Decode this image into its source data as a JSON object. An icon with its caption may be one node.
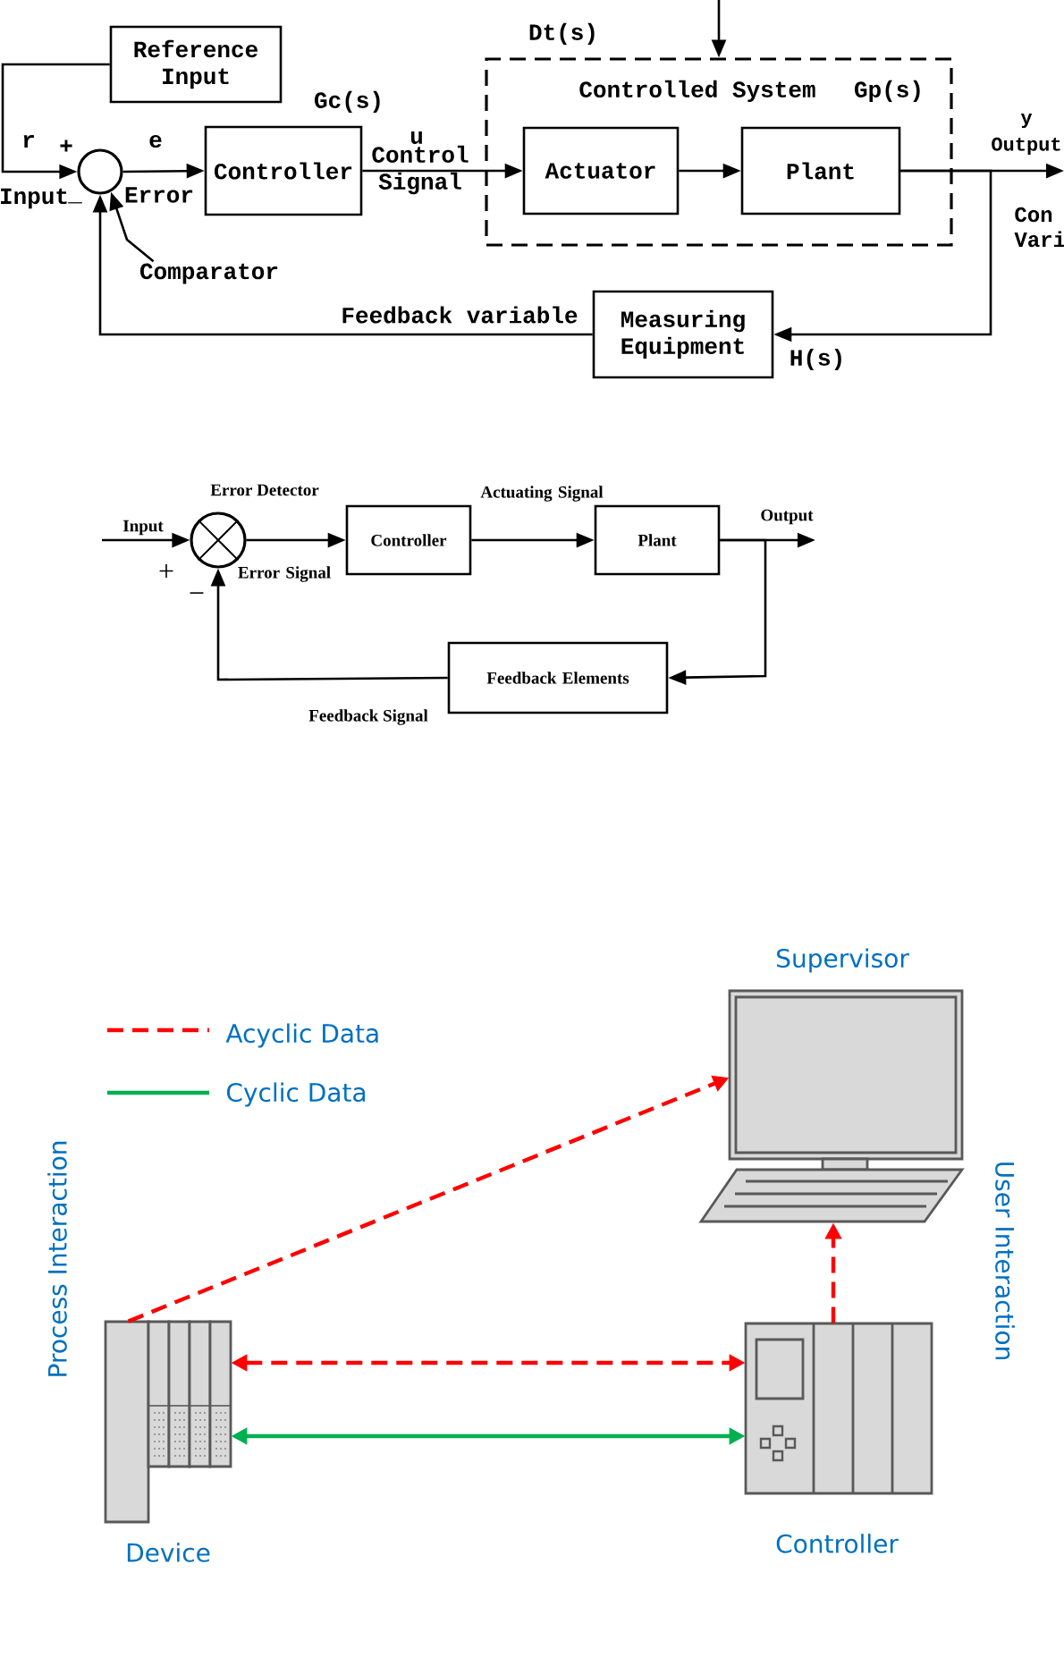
{
  "diagram": {
    "nodes": [
      {
        "text": [
          "Reference Input"
        ]
      },
      {
        "text": [],
        "shape": "circle"
      },
      {
        "text": [
          "Comparator"
        ]
      },
      {
        "text": [
          "Controller"
        ]
      },
      {
        "text": [
          "Controlled System",
          "Gp(s)"
        ]
      },
      {
        "text": [
          "Actuator"
        ],
        "in": 4
      },
      {
        "text": [
          "Plant"
        ],
        "in": 4
      },
      {
        "text": [
          "Measuring Equipment"
        ]
      },
      {
        "text": [],
        "shape": "circle"
      },
      {
        "text": [
          "Controller"
        ]
      },
      {
        "text": [
          "Plant"
        ]
      },
      {
        "text": [
          "Feedback Elements"
        ]
      },
      {
        "text": [
          "Supervisor"
        ]
      },
      {
        "text": [
          "Device"
        ]
      },
      {
        "text": [
          "Controller"
        ]
      },
      {
        "text": [
          "y",
          "Output"
        ]
      },
      {
        "text": [
          "Output"
        ]
      }
    ],
    "edges": [
      {
        "from": 0,
        "to": 1,
        "arrow": "to"
      },
      {
        "from": 1,
        "to": 3,
        "arrow": "to"
      },
      {
        "from": 3,
        "to": 5,
        "arrow": "to"
      },
      {
        "from": 5,
        "to": 6,
        "arrow": "to"
      },
      {
        "from": 6,
        "to": 15,
        "arrow": "to"
      },
      {
        "from": 6,
        "to": 7,
        "arrow": "to"
      },
      {
        "from": 7,
        "to": 1,
        "arrow": "to"
      },
      {
        "from": null,
        "to": 4,
        "arrow": "to"
      },
      {
        "from": 2,
        "to": 1,
        "arrow": "to"
      },
      {
        "from": null,
        "to": 8,
        "arrow": "to"
      },
      {
        "from": 8,
        "to": 9,
        "arrow": "to"
      },
      {
        "from": 9,
        "to": 10,
        "arrow": "to"
      },
      {
        "from": 10,
        "to": 16,
        "arrow": "to"
      },
      {
        "from": 10,
        "to": 11,
        "arrow": "to"
      },
      {
        "from": 11,
        "to": 8,
        "arrow": "to"
      },
      {
        "from": 13,
        "to": 12,
        "arrow": "to",
        "style": "dashed",
        "color": "#ff0000"
      },
      {
        "from": 13,
        "to": 14,
        "arrow": "both",
        "style": "dashed",
        "color": "#ff0000"
      },
      {
        "from": 13,
        "to": 14,
        "arrow": "both",
        "color": "#00b050"
      },
      {
        "from": 14,
        "to": 12,
        "arrow": "to",
        "style": "dashed",
        "color": "#ff0000"
      }
    ],
    "labels": [
      "Gc(s)",
      "Dt(s)",
      "r",
      "+",
      "e",
      "u",
      "Control Signal",
      "Con Vari",
      "Input",
      "Error",
      "_",
      "Feedback variable",
      "H(s)",
      "Error Detector",
      "Input",
      "Actuating Signal",
      "+",
      "Error Signal",
      "−",
      "Feedback Signal",
      "Process Interaction",
      "User Interaction"
    ],
    "legend": [
      {
        "text": "Acyclic Data"
      },
      {
        "text": "Cyclic Data"
      }
    ]
  }
}
